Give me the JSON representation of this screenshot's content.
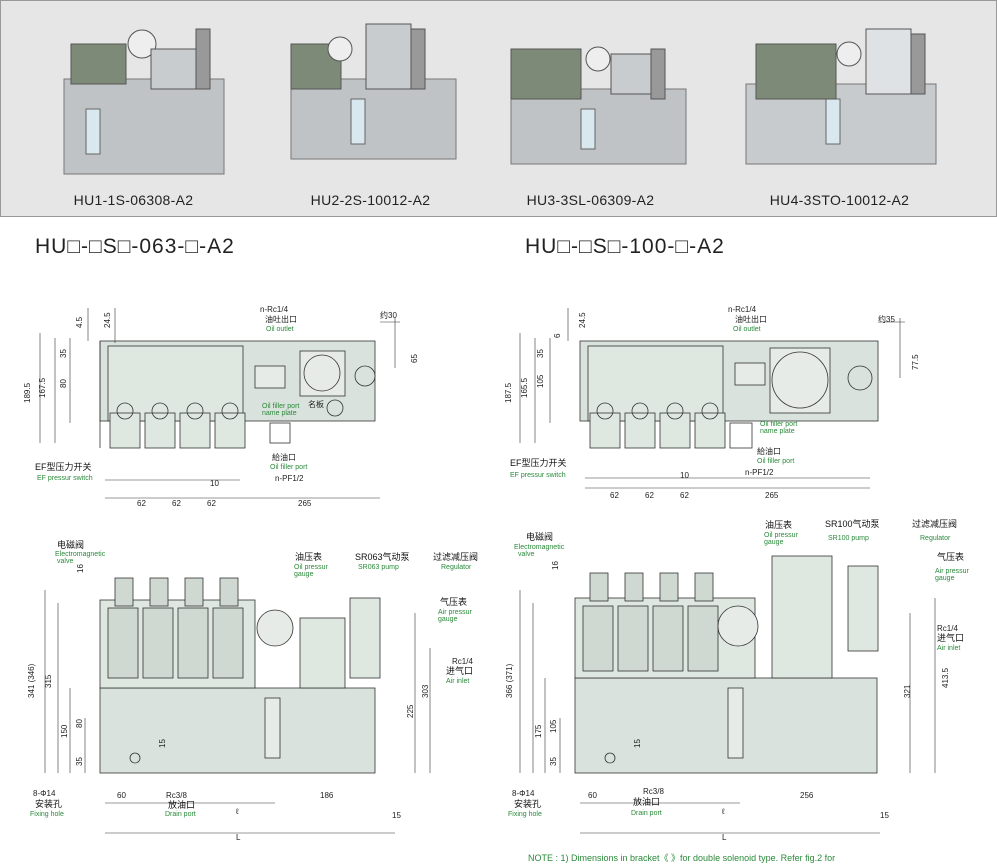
{
  "products": [
    {
      "model": "HU1-1S-06308-A2"
    },
    {
      "model": "HU2-2S-10012-A2"
    },
    {
      "model": "HU3-3SL-06309-A2"
    },
    {
      "model": "HU4-3STO-10012-A2"
    }
  ],
  "series": {
    "left": "HU□-□S□-063-□-A2",
    "right": "HU□-□S□-100-□-A2"
  },
  "labels": {
    "oil_outlet_cn": "n-Rc1/4 油吐出口",
    "oil_outlet_en": "Oil outlet",
    "oil_filler_cn": "給油口",
    "oil_filler_en": "Oil filler port",
    "name_plate": "Oil filler port name plate",
    "ef_switch_cn": "EF型压力开关",
    "ef_switch_en": "EF pressur switch",
    "pf": "n-PF1/2",
    "solenoid_cn": "电磁阀",
    "solenoid_en": "Electromagnetic valve",
    "oil_gauge_cn": "油压表",
    "oil_gauge_en": "Oil pressur gauge",
    "pump063_cn": "SR063气动泵",
    "pump063_en": "SR063 pump",
    "pump100_cn": "SR100气动泵",
    "pump100_en": "SR100 pump",
    "regulator_cn": "过滤减压阀",
    "regulator_en": "Regulator",
    "air_gauge_cn": "气压表",
    "air_gauge_en": "Air pressur gauge",
    "air_inlet_cn": "Rc1/4 进气口",
    "air_inlet_en": "Air inlet",
    "fixing_cn": "8-Φ14 安装孔",
    "fixing_en": "Fixing hole",
    "drain_cn": "Rc3/8 放油口",
    "drain_en": "Drain port"
  },
  "dims_left": [
    "4.5",
    "24.5",
    "35",
    "80",
    "167.5",
    "189.5",
    "62",
    "62",
    "62",
    "10",
    "265",
    "约30",
    "65",
    "341 (346)",
    "315",
    "150",
    "80",
    "35",
    "303",
    "225",
    "16",
    "15",
    "60",
    "186",
    "15",
    "L"
  ],
  "dims_right": [
    "24.5",
    "6",
    "35",
    "105",
    "165.5",
    "187.5",
    "62",
    "62",
    "62",
    "10",
    "265",
    "约35",
    "77.5",
    "366 (371)",
    "175",
    "105",
    "35",
    "321",
    "413.5",
    "16",
    "15",
    "60",
    "256",
    "15",
    "L"
  ],
  "note": "NOTE : 1) Dimensions in bracket《 》for double solenoid type. Refer fig.2 for"
}
